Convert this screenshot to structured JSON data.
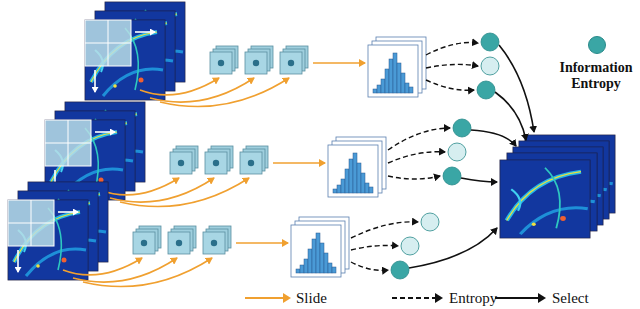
{
  "diagram": {
    "legend": [
      {
        "text": "Information Entropy",
        "color": "#3aa6a5"
      },
      {
        "text": "Slide"
      },
      {
        "text": "Entropy"
      },
      {
        "text": "Select"
      }
    ]
  }
}
